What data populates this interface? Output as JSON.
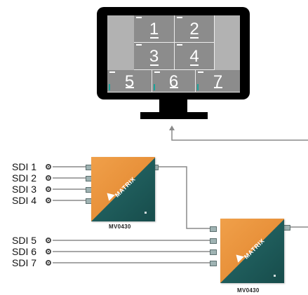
{
  "monitor": {
    "tiles": [
      "1",
      "2",
      "3",
      "4",
      "5",
      "6",
      "7"
    ]
  },
  "inputs_device1": [
    "SDI 1",
    "SDI 2",
    "SDI 3",
    "SDI 4"
  ],
  "inputs_device2": [
    "SDI 5",
    "SDI 6",
    "SDI 7"
  ],
  "devices": [
    {
      "model": "MV0430",
      "brand": "MATRIX"
    },
    {
      "model": "MV0430",
      "brand": "MATRIX"
    }
  ],
  "colors": {
    "device_orange": "#e8913a",
    "device_teal": "#1f5d5c",
    "cable": "#8a8a8a",
    "monitor": "#000000"
  }
}
